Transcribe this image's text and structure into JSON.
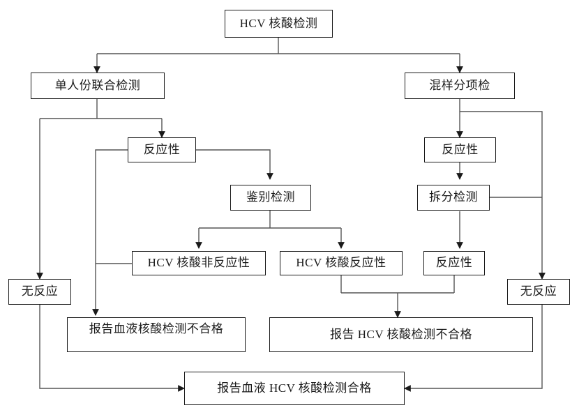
{
  "diagram": {
    "title": "HCV 核酸检测流程图",
    "type": "flowchart",
    "stroke_color": "#1a1a1a",
    "background_color": "#ffffff",
    "nodes": {
      "root": "HCV 核酸检测",
      "single_combined": "单人份联合检测",
      "pooled_split": "混样分项检",
      "reactive_left": "反应性",
      "reactive_right": "反应性",
      "discriminatory_test": "鉴别检测",
      "split_test": "拆分检测",
      "hcv_nonreactive": "HCV 核酸非反应性",
      "hcv_reactive": "HCV 核酸反应性",
      "reactive_right_lower": "反应性",
      "nonreactive_left": "无反应",
      "nonreactive_right": "无反应",
      "report_blood_fail": "报告血液核酸检测不合格",
      "report_hcv_fail": "报告 HCV 核酸检测不合格",
      "report_pass": "报告血液 HCV 核酸检测合格"
    }
  }
}
